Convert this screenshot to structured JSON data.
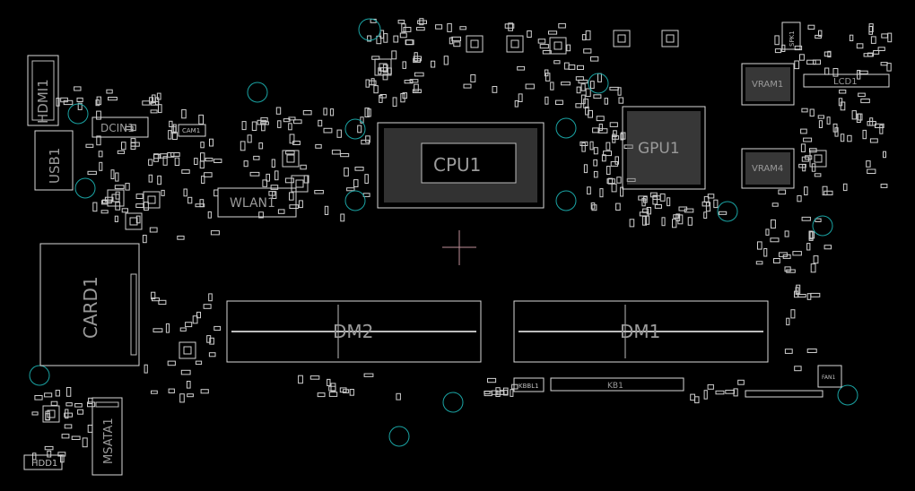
{
  "board": {
    "background": "#000000",
    "outline_color": "#d9d9d9",
    "hole_color": "#1aa3a3",
    "crosshair_color": "#c0909a"
  },
  "labels": {
    "hdmi": "HDMI1",
    "usb": "USB1",
    "dcin": "DCIN1",
    "cam": "CAM1",
    "wlan": "WLAN1",
    "cpu": "CPU1",
    "gpu": "GPU1",
    "vram1": "VRAM1",
    "vram4": "VRAM4",
    "lcd": "LCD1",
    "spk": "SPK1",
    "card": "CARD1",
    "dm2": "DM2",
    "dm1": "DM1",
    "kbbl": "KBBL1",
    "kb": "KB1",
    "fan": "FAN1",
    "msata": "MSATA1",
    "hdd": "HDD1"
  }
}
